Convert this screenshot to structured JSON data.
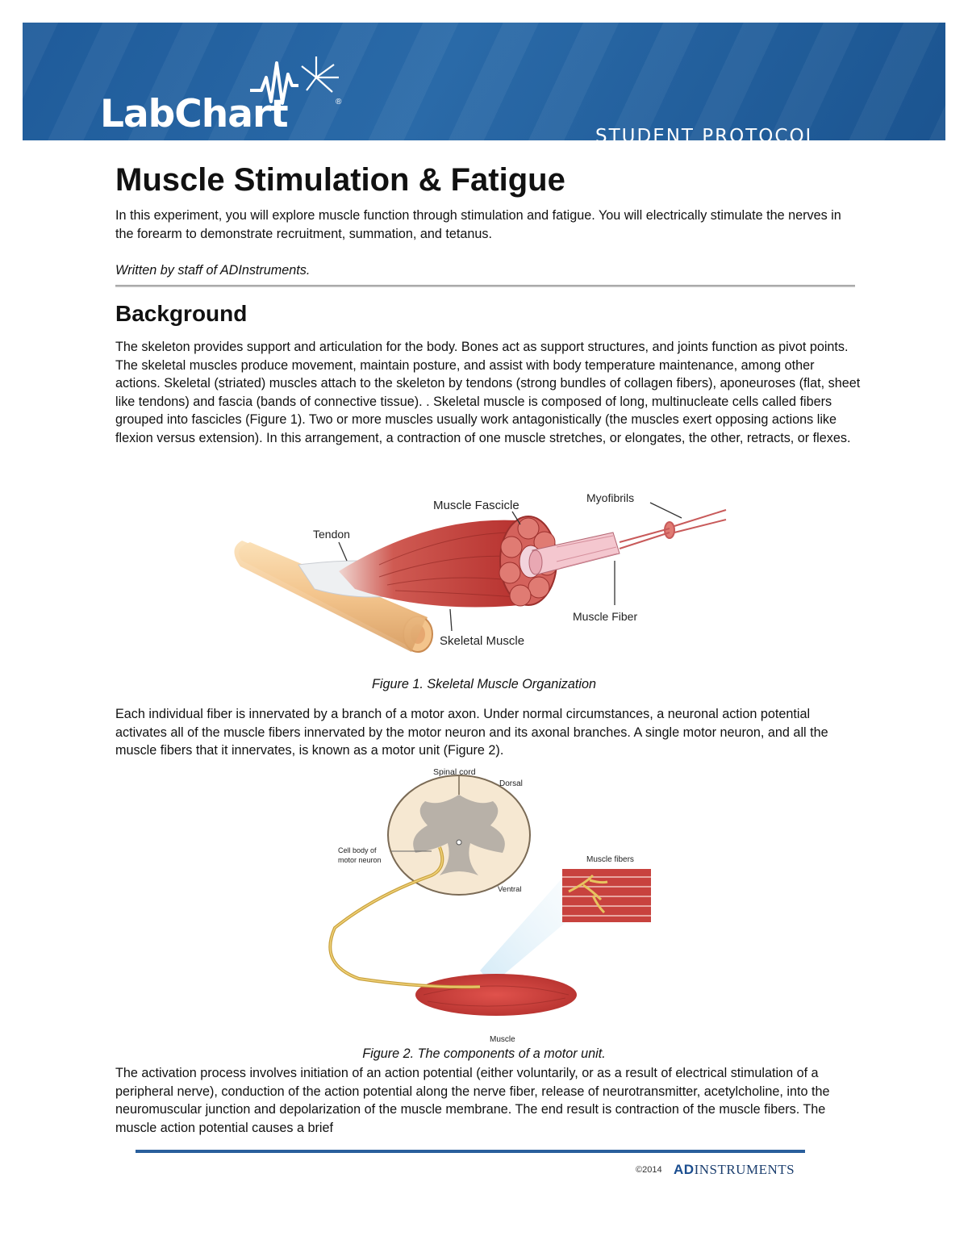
{
  "header": {
    "logo": "LabChart",
    "logo_mark": "®",
    "protocol_label": "STUDENT PROTOCOL"
  },
  "title": "Muscle Stimulation & Fatigue",
  "intro": "In this experiment, you will explore muscle function through stimulation and fatigue.  You will electrically stimulate the nerves in the forearm to demonstrate recruitment, summation, and tetanus.",
  "byline": "Written by staff of ADInstruments.",
  "background": {
    "heading": "Background",
    "para1": "The skeleton provides support and articulation for the body.  Bones act as support structures, and joints function as pivot points.  The skeletal muscles produce movement, maintain posture, and assist with body temperature maintenance, among other actions.  Skeletal (striated) muscles attach to the skeleton by tendons (strong bundles of collagen fibers), aponeuroses (flat, sheet like tendons) and fascia (bands of connective tissue).  .  Skeletal muscle is composed of long, multinucleate cells called fibers grouped into fascicles (Figure 1).  Two or more muscles usually work antagonistically (the muscles exert opposing actions like flexion versus extension).  In this arrangement, a contraction of one muscle stretches, or elongates, the other, retracts, or flexes.",
    "para2": "Each individual fiber is innervated by a branch of a motor axon. Under normal circumstances, a neuronal action potential activates all of the muscle fibers innervated by the motor neuron and its axonal branches.  A single motor neuron, and all the muscle fibers that it innervates, is known as a motor unit (Figure 2).",
    "para3": "The activation process involves initiation of an action potential (either voluntarily, or as a result of electrical stimulation of a peripheral nerve), conduction of the action potential along the nerve fiber, release of neurotransmitter, acetylcholine, into the neuromuscular junction and depolarization of the muscle membrane.  The end result is contraction of the muscle fibers. The muscle action potential causes a brief"
  },
  "figure1": {
    "labels": {
      "tendon": "Tendon",
      "fascicle": "Muscle Fascicle",
      "myofibrils": "Myofibrils",
      "fiber": "Muscle Fiber",
      "skeletal": "Skeletal Muscle"
    },
    "caption": "Figure 1. Skeletal Muscle Organization"
  },
  "figure2": {
    "labels": {
      "spinal_cord": "Spinal cord",
      "dorsal": "Dorsal",
      "cell_body_1": "Cell body of",
      "cell_body_2": "motor neuron",
      "muscle_fibers": "Muscle fibers",
      "ventral": "Ventral",
      "muscle": "Muscle"
    },
    "caption": "Figure 2. The components of a motor unit."
  },
  "footer": {
    "copyright": "©2014",
    "brand_bold": "AD",
    "brand_rest": "INSTRUMENTS"
  },
  "colors": {
    "banner_blue": "#2160a0",
    "footer_rule": "#2a5f9c",
    "muscle_red": "#c8423e",
    "bone": "#f2c690"
  }
}
